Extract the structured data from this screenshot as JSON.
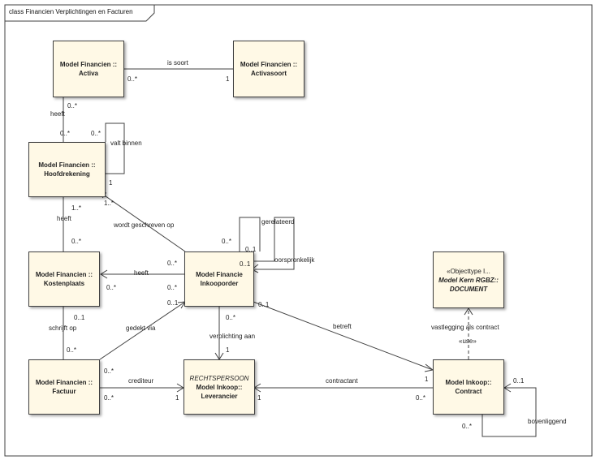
{
  "frame": {
    "title": "class Financien Verplichtingen en Facturen"
  },
  "classes": {
    "activa": {
      "line1": "Model Financien ::",
      "line2": "Activa"
    },
    "activasoort": {
      "line1": "Model Financien ::",
      "line2": "Activasoort"
    },
    "hoofdrekening": {
      "line1": "Model Financien ::",
      "line2": "Hoofdrekening"
    },
    "kostenplaats": {
      "line1": "Model Financien ::",
      "line2": "Kostenplaats"
    },
    "inkooporder": {
      "line1": "Model Financie",
      "line2": "Inkooporder"
    },
    "factuur": {
      "line1": "Model Financien ::",
      "line2": "Factuur"
    },
    "leverancier": {
      "stereotype": "RECHTSPERSOON",
      "line1": "Model Inkoop::",
      "line2": "Leverancier"
    },
    "contract": {
      "line1": "Model Inkoop::",
      "line2": "Contract"
    },
    "document": {
      "stereotype": "«Objecttype I...",
      "line1": "Model Kern RGBZ::",
      "line2": "DOCUMENT"
    }
  },
  "associations": {
    "is_soort": "is soort",
    "heeft_1": "heeft",
    "valt_binnen": "valt binnen",
    "heeft_2": "heeft",
    "wordt_geschreven_op": "wordt geschreven op",
    "gerelateerd": "gerelateerd",
    "oorspronkelijk": "oorspronkelijk",
    "heeft_3": "heeft",
    "schrijft_op": "schrijft op",
    "gedekt_via": "gedekt via",
    "verplichting_aan": "verplichting aan",
    "betreft": "betreft",
    "crediteur": "crediteur",
    "contractant": "contractant",
    "vastlegging_als_contract": "vastlegging als contract",
    "use": "«use»",
    "bovenliggend": "bovenliggend"
  },
  "multiplicities": {
    "m1": "0..*",
    "m2": "1",
    "m3": "0..*",
    "m4": "0..*",
    "m5": "0..*",
    "m6": "1",
    "m7": "1..*",
    "m8": "1..*",
    "m9": "0..*",
    "m10": "0..*",
    "m11": "0..1",
    "m12": "0..1",
    "m13": "0..*",
    "m14": "0..*",
    "m15": "0..1",
    "m16": "0..*",
    "m17": "0..1",
    "m18": "0..*",
    "m19": "0..*",
    "m20": "1",
    "m21": "0..1",
    "m22": "1",
    "m23": "0..*",
    "m24": "1",
    "m25": "1",
    "m26": "0..*",
    "m27": "0..1",
    "m28": "0..*",
    "m29": "0..*"
  }
}
